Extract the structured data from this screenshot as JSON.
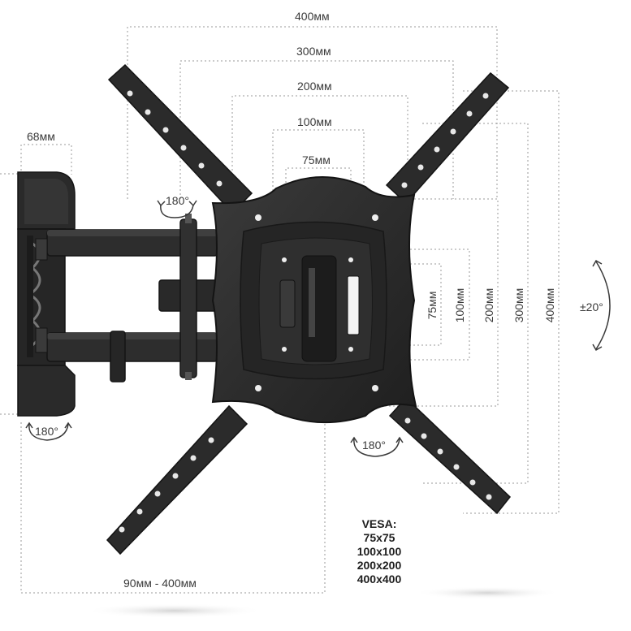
{
  "dimensions": {
    "width_400": "400мм",
    "width_300": "300мм",
    "width_200": "200мм",
    "width_100": "100мм",
    "width_75": "75мм",
    "wall_plate_depth": "68мм",
    "height_75": "75мм",
    "height_100": "100мм",
    "height_200": "200мм",
    "height_300": "300мм",
    "height_400": "400мм",
    "extension_range": "90мм - 400мм"
  },
  "rotations": {
    "arm_top": "180°",
    "arm_bottom": "180°",
    "plate_swivel": "180°",
    "tilt": "±20°"
  },
  "vesa": {
    "title": "VESA:",
    "sizes": [
      "75x75",
      "100x100",
      "200x200",
      "400x400"
    ]
  },
  "colors": {
    "mount_body": "#2b2b2b",
    "mount_edge": "#141414",
    "dimension_lines": "#9a9a9a",
    "label_text": "#3a3a3a",
    "background": "#ffffff"
  }
}
